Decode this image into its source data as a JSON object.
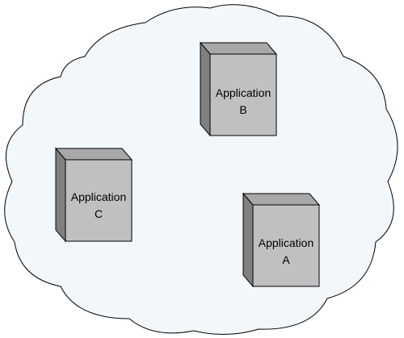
{
  "colors": {
    "cloud_fill": "#f2f7fb",
    "cloud_stroke": "#000000",
    "box_front": "#c0c0c0",
    "box_side": "#808080",
    "box_top": "#a8a8a8",
    "box_stroke": "#000000"
  },
  "nodes": [
    {
      "id": "application-b",
      "line1": "Application",
      "line2": "B"
    },
    {
      "id": "application-c",
      "line1": "Application",
      "line2": "C"
    },
    {
      "id": "application-a",
      "line1": "Application",
      "line2": "A"
    }
  ]
}
